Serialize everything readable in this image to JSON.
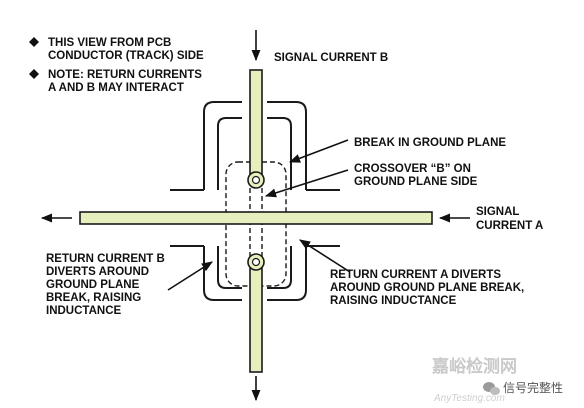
{
  "notes": [
    {
      "lines": [
        "THIS VIEW FROM PCB",
        "CONDUCTOR (TRACK) SIDE"
      ]
    },
    {
      "lines": [
        "NOTE: RETURN CURRENTS",
        "A AND B MAY INTERACT"
      ]
    }
  ],
  "labels": {
    "signal_b": [
      "SIGNAL CURRENT B"
    ],
    "break_ground": [
      "BREAK IN GROUND PLANE"
    ],
    "crossover": [
      "CROSSOVER “B” ON",
      "GROUND PLANE SIDE"
    ],
    "signal_a": [
      "SIGNAL",
      "CURRENT A"
    ],
    "return_b": [
      "RETURN CURRENT B",
      "DIVERTS AROUND",
      "GROUND PLANE",
      "BREAK, RAISING",
      "INDUCTANCE"
    ],
    "return_a": [
      "RETURN CURRENT A DIVERTS",
      "AROUND GROUND PLANE BREAK,",
      "RAISING INDUCTANCE"
    ]
  },
  "watermark": {
    "main": "嘉峪检测网",
    "url": "AnyTesting.com",
    "wechat": "信号完整性"
  },
  "colors": {
    "trace_fill": "#e6efbd",
    "trace_stroke": "#1a1a1a",
    "ink": "#111111"
  },
  "icons": [
    "diamond-bullet-icon",
    "arrow-icon",
    "via-icon",
    "wechat-icon"
  ]
}
